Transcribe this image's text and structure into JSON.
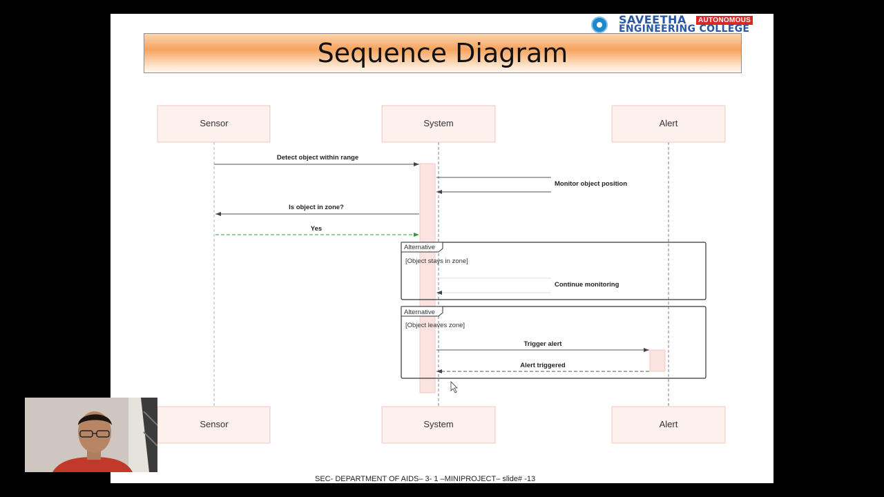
{
  "college": {
    "name_line1": "SAVEETHA",
    "name_line2": "ENGINEERING COLLEGE",
    "badge": "AUTONOMOUS"
  },
  "slide_title": "Sequence Diagram",
  "lifelines": {
    "top": [
      "Sensor",
      "System",
      "Alert"
    ],
    "bottom": [
      "Sensor",
      "System",
      "Alert"
    ]
  },
  "messages": [
    "Detect object within range",
    "Monitor object position",
    "Is object in zone?",
    "Yes",
    "Continue monitoring",
    "Trigger alert",
    "Alert triggered"
  ],
  "fragments": [
    {
      "tag": "Alternative",
      "guard": "[Object stays in zone]"
    },
    {
      "tag": "Alternative",
      "guard": "[Object leaves zone]"
    }
  ],
  "footer": "SEC-  DEPARTMENT OF AIDS–  3- 1  –MINIPROJECT– slide# -13",
  "colors": {
    "actor_fill": "#fdf1ee",
    "actor_stroke": "#f0c8c0",
    "activation_fill": "#fbe3e0",
    "reply_arrow": "#3a9a3a",
    "background_outer": "#000000"
  }
}
